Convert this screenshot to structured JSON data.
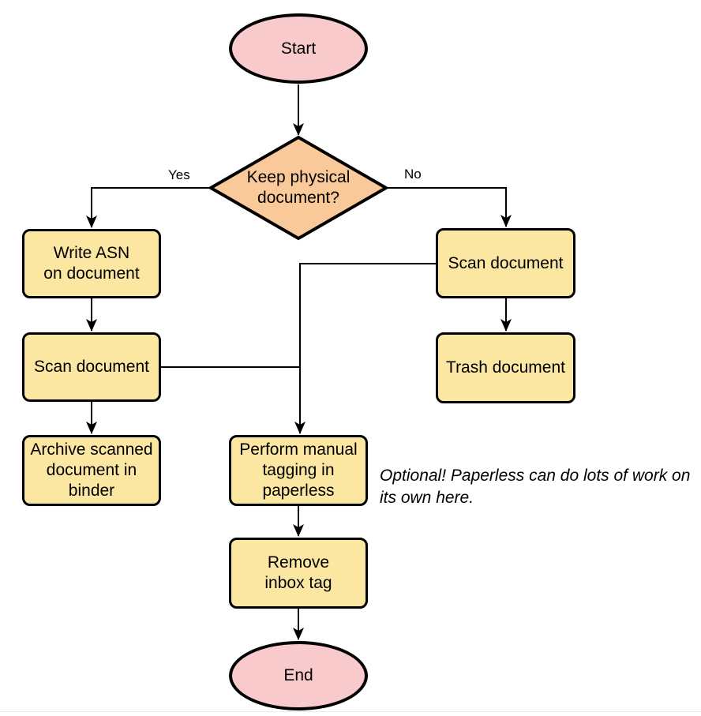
{
  "diagram": {
    "title_hint": "Document intake flowchart",
    "colors": {
      "terminal_fill": "#f8cacc",
      "decision_fill": "#fac999",
      "process_fill": "#fbe6a2",
      "stroke": "#000000",
      "text": "#000000",
      "background": "#ffffff",
      "page_separator": "#ececec"
    },
    "nodes": {
      "start": {
        "label": "Start",
        "shape": "ellipse"
      },
      "decision": {
        "label": "Keep physical\ndocument?",
        "shape": "diamond"
      },
      "write_asn": {
        "label": "Write ASN\non document",
        "shape": "process"
      },
      "scan_left": {
        "label": "Scan document",
        "shape": "process"
      },
      "archive": {
        "label": "Archive scanned\ndocument in\nbinder",
        "shape": "process"
      },
      "scan_right": {
        "label": "Scan document",
        "shape": "process"
      },
      "trash": {
        "label": "Trash document",
        "shape": "process"
      },
      "tagging": {
        "label": "Perform manual\ntagging in\npaperless",
        "shape": "process"
      },
      "remove_inbox": {
        "label": "Remove\ninbox tag",
        "shape": "process"
      },
      "end": {
        "label": "End",
        "shape": "ellipse"
      }
    },
    "edge_labels": {
      "yes": "Yes",
      "no": "No"
    },
    "note": {
      "text": "Optional! Paperless can do lots of work on its own here."
    }
  }
}
